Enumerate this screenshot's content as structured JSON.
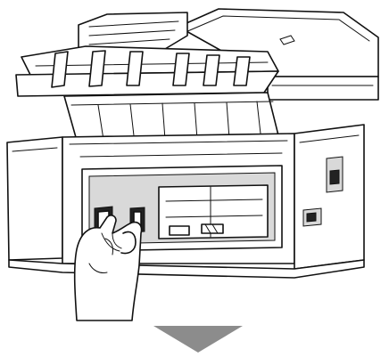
{
  "figure": {
    "subject": "printer-rear-unit-removal",
    "icons": [
      "printer-illustration",
      "hand-illustration",
      "down-arrow-icon"
    ],
    "colors": {
      "line": "#111111",
      "background": "#ffffff",
      "shade": "#d9d9d9",
      "arrow": "#8c8c8c"
    }
  }
}
